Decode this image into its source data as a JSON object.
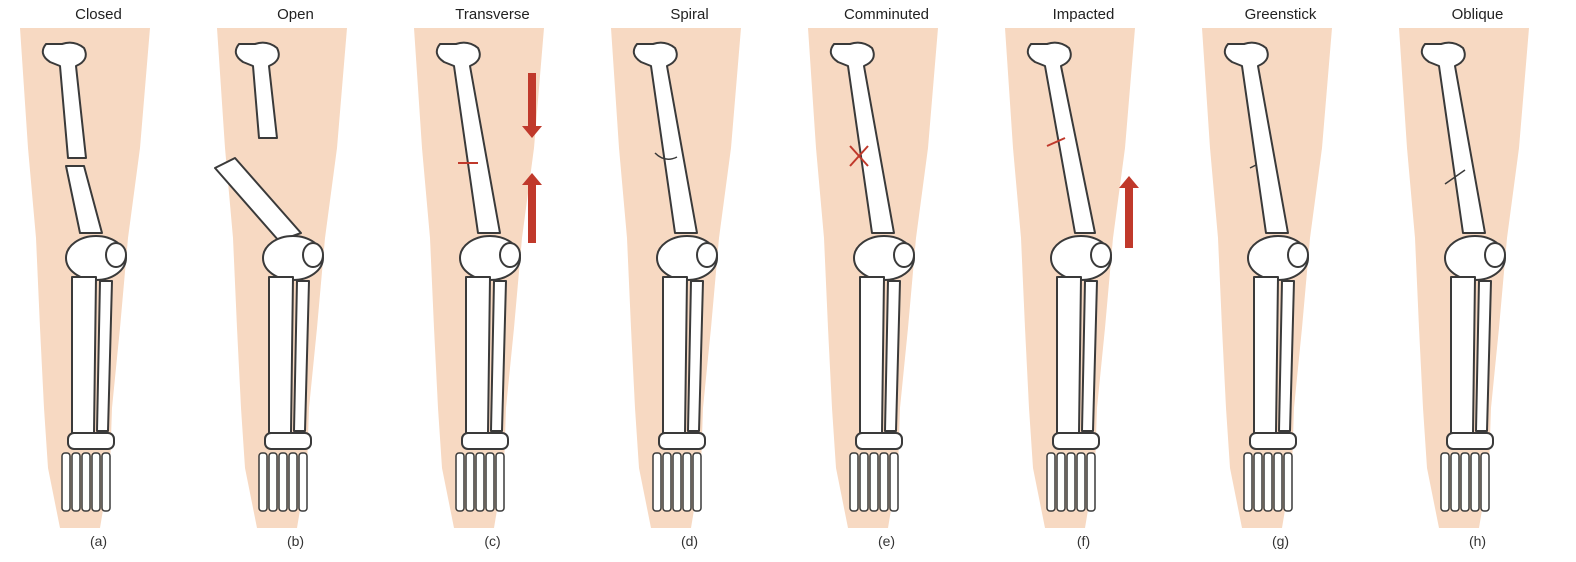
{
  "colors": {
    "skin": "#f7d9c2",
    "bone_fill": "#ffffff",
    "bone_stroke": "#3a3a3a",
    "fracture": "#c0392b",
    "arrow": "#c0392b"
  },
  "panels": [
    {
      "title": "Closed",
      "letter": "(a)",
      "type": "closed"
    },
    {
      "title": "Open",
      "letter": "(b)",
      "type": "open"
    },
    {
      "title": "Transverse",
      "letter": "(c)",
      "type": "transverse"
    },
    {
      "title": "Spiral",
      "letter": "(d)",
      "type": "spiral"
    },
    {
      "title": "Comminuted",
      "letter": "(e)",
      "type": "comminuted"
    },
    {
      "title": "Impacted",
      "letter": "(f)",
      "type": "impacted"
    },
    {
      "title": "Greenstick",
      "letter": "(g)",
      "type": "greenstick"
    },
    {
      "title": "Oblique",
      "letter": "(h)",
      "type": "oblique"
    }
  ]
}
